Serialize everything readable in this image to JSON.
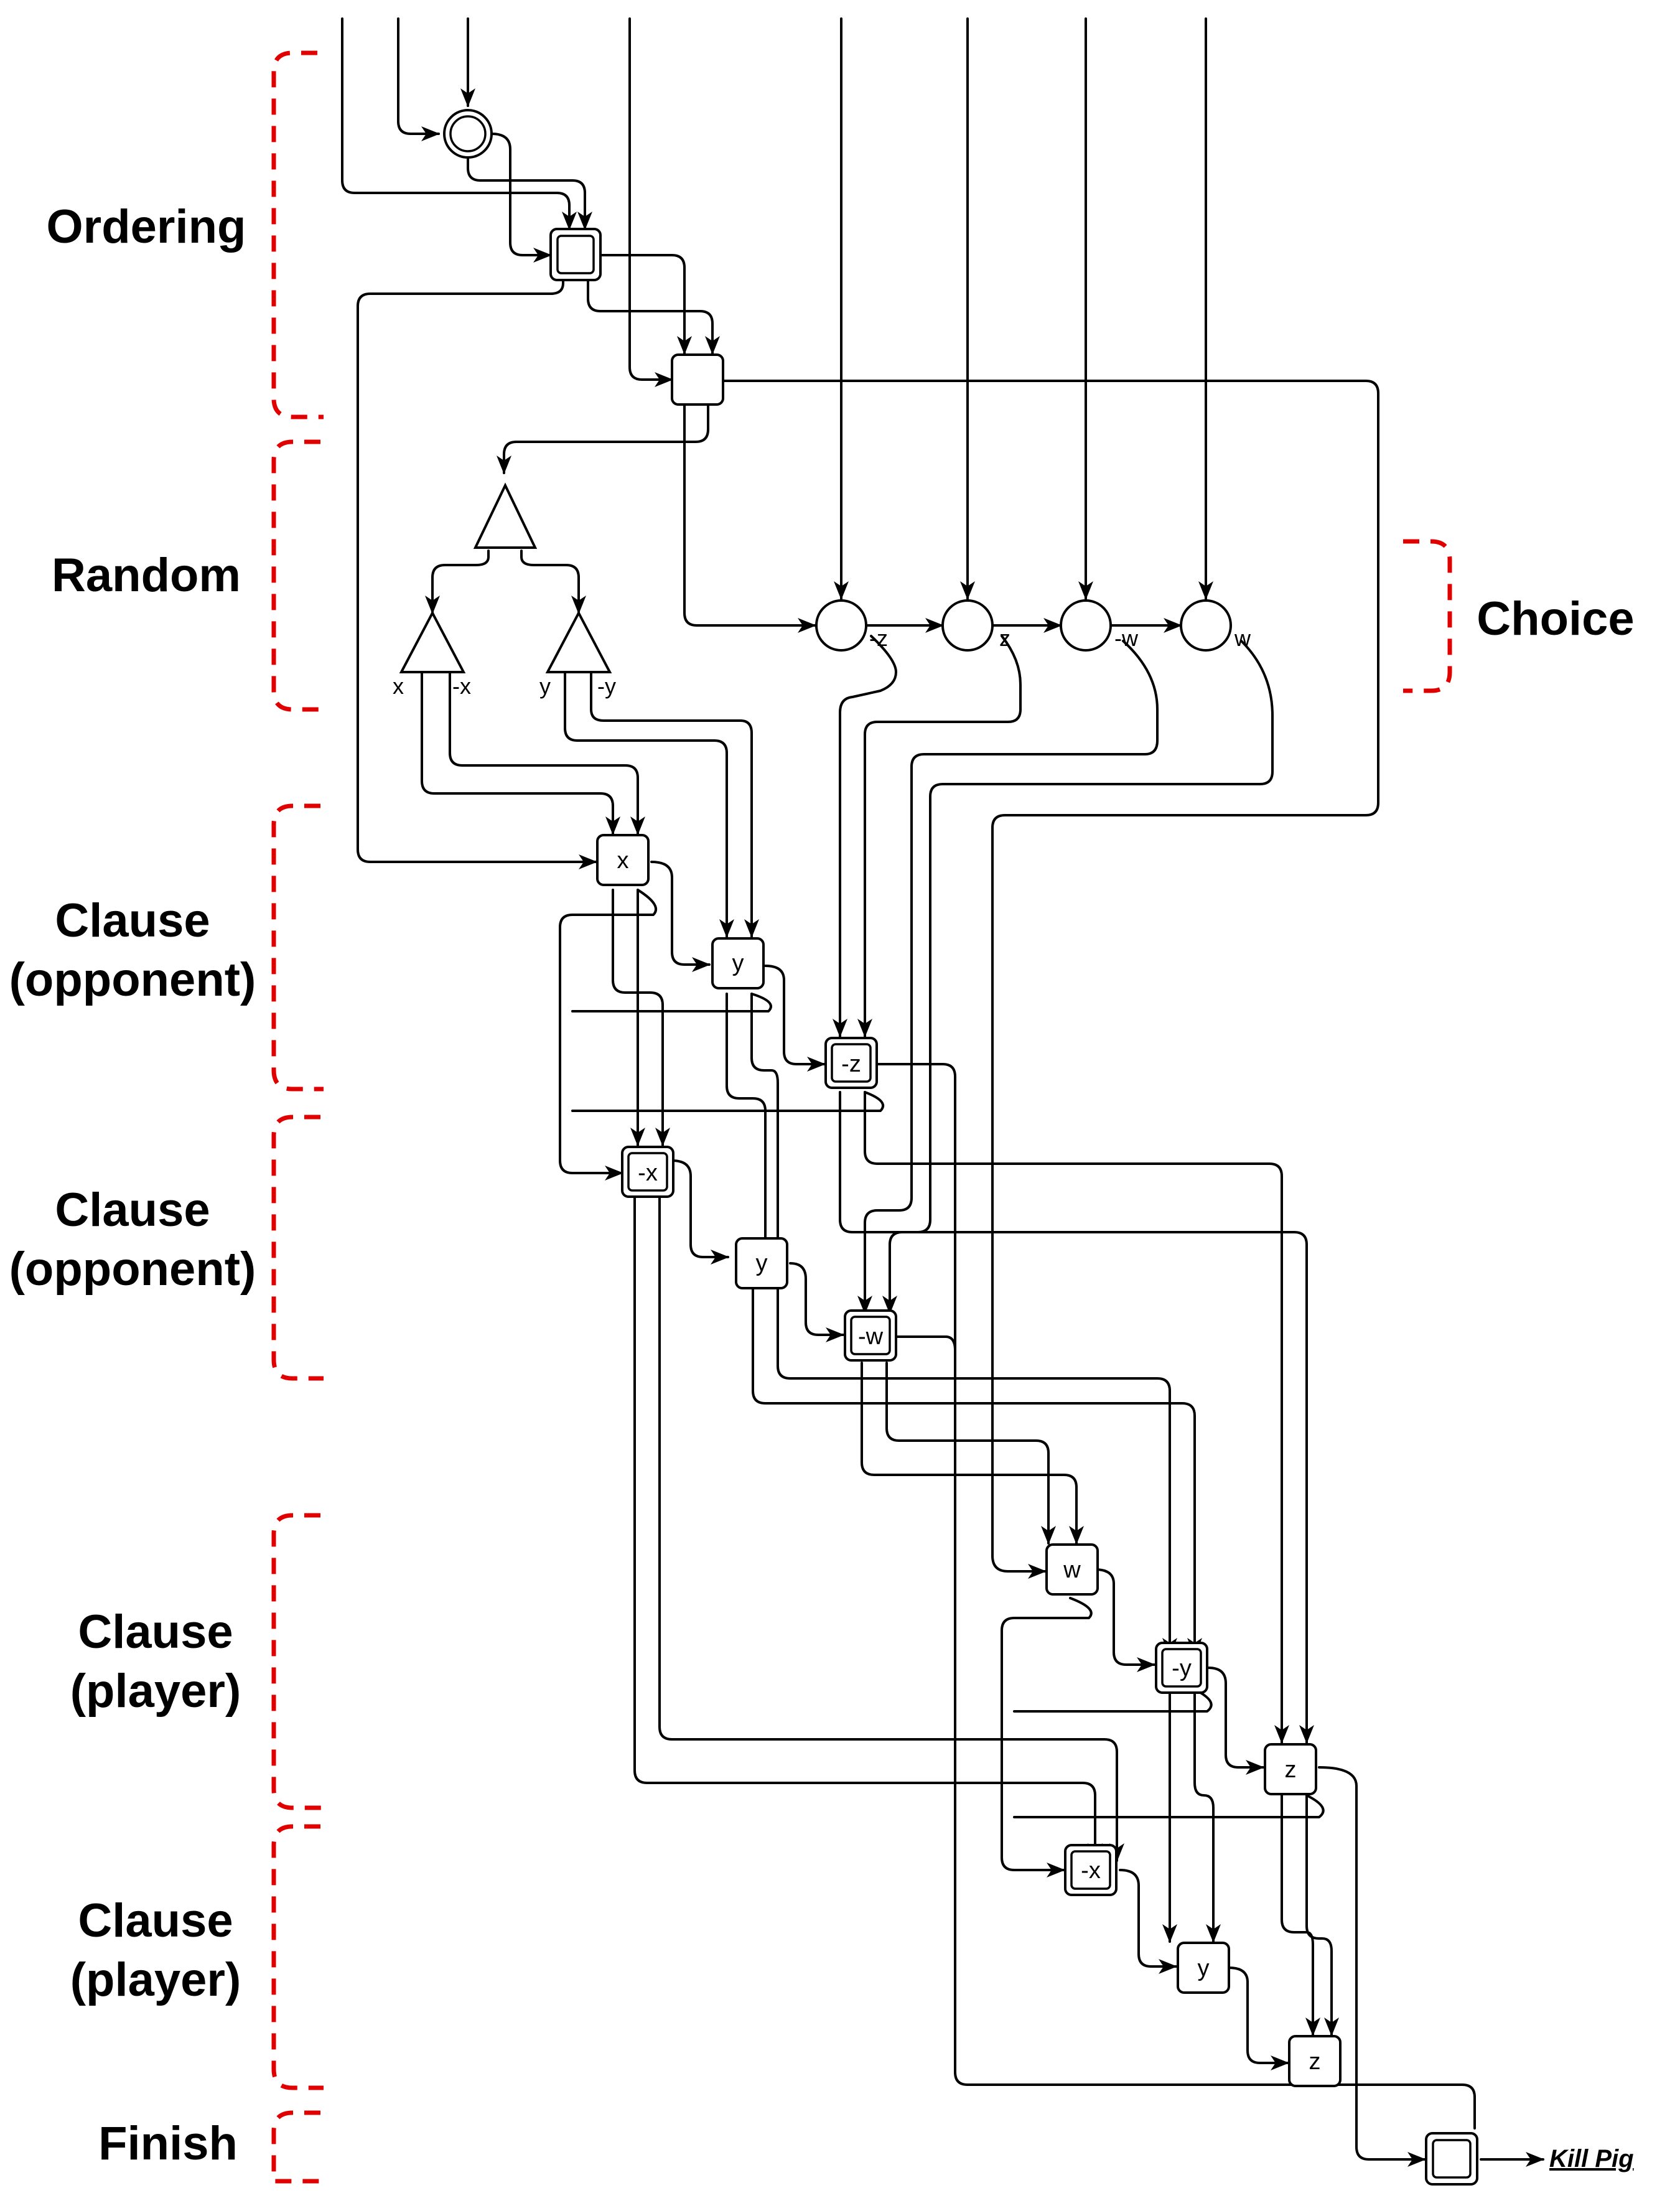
{
  "sections": {
    "ordering": "Ordering",
    "random": "Random",
    "clause_opponent_1": [
      "Clause",
      "(opponent)"
    ],
    "clause_opponent_2": [
      "Clause",
      "(opponent)"
    ],
    "clause_player_1": [
      "Clause",
      "(player)"
    ],
    "clause_player_2": [
      "Clause",
      "(player)"
    ],
    "finish": "Finish",
    "choice": "Choice"
  },
  "random_ports": {
    "x": "x",
    "neg_x": "-x",
    "y": "y",
    "neg_y": "-y"
  },
  "choice_ports": {
    "neg_z": "-z",
    "z": "z",
    "neg_w": "-w",
    "w": "w"
  },
  "opponent_clause_1": {
    "lit1": "x",
    "lit2": "y",
    "lit3": "-z"
  },
  "opponent_clause_2": {
    "lit1": "-x",
    "lit2": "y",
    "lit3": "-w"
  },
  "player_clause_1": {
    "lit1": "w",
    "lit2": "-y",
    "lit3": "z"
  },
  "player_clause_2": {
    "lit1": "-x",
    "lit2": "y",
    "lit3": "z"
  },
  "finish_label": "Kill Pig",
  "colors": {
    "brace": "#e00000",
    "line": "#000000"
  }
}
